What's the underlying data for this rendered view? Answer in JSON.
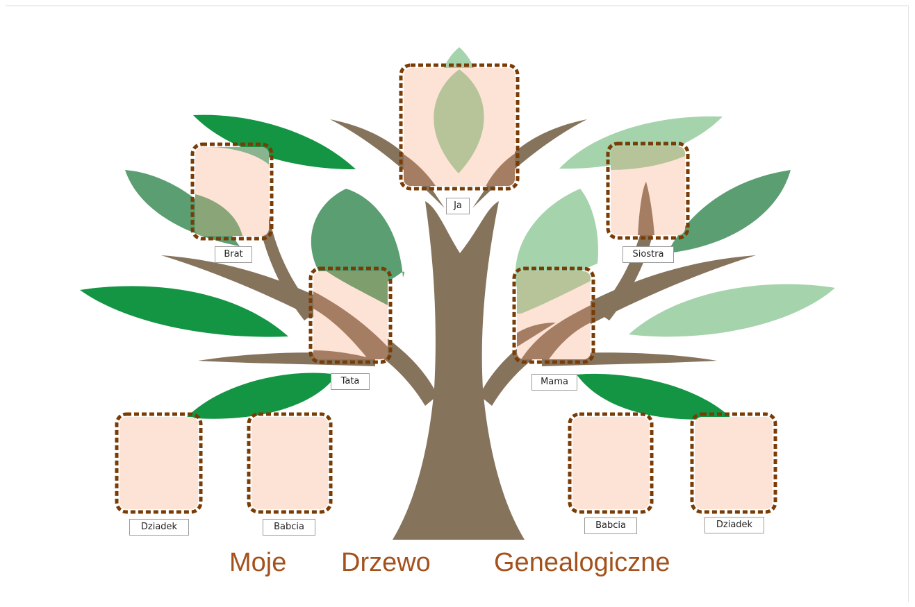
{
  "title": {
    "word1": "Moje",
    "word2": "Drzewo",
    "word3": "Genealogiczne"
  },
  "labels": {
    "self": "Ja",
    "brother": "Brat",
    "sister": "Siostra",
    "father": "Tata",
    "mother": "Mama",
    "grandfather_paternal": "Dziadek",
    "grandmother_paternal": "Babcia",
    "grandmother_maternal": "Babcia",
    "grandfather_maternal": "Dziadek"
  },
  "colors": {
    "trunk": "#86735c",
    "leaf_dark": "#139544",
    "leaf_mid": "#5a9e72",
    "leaf_light": "#a5d3ab",
    "frame_fill": "#fde3d6",
    "frame_border": "#7a3c06",
    "title": "#a4511c"
  }
}
